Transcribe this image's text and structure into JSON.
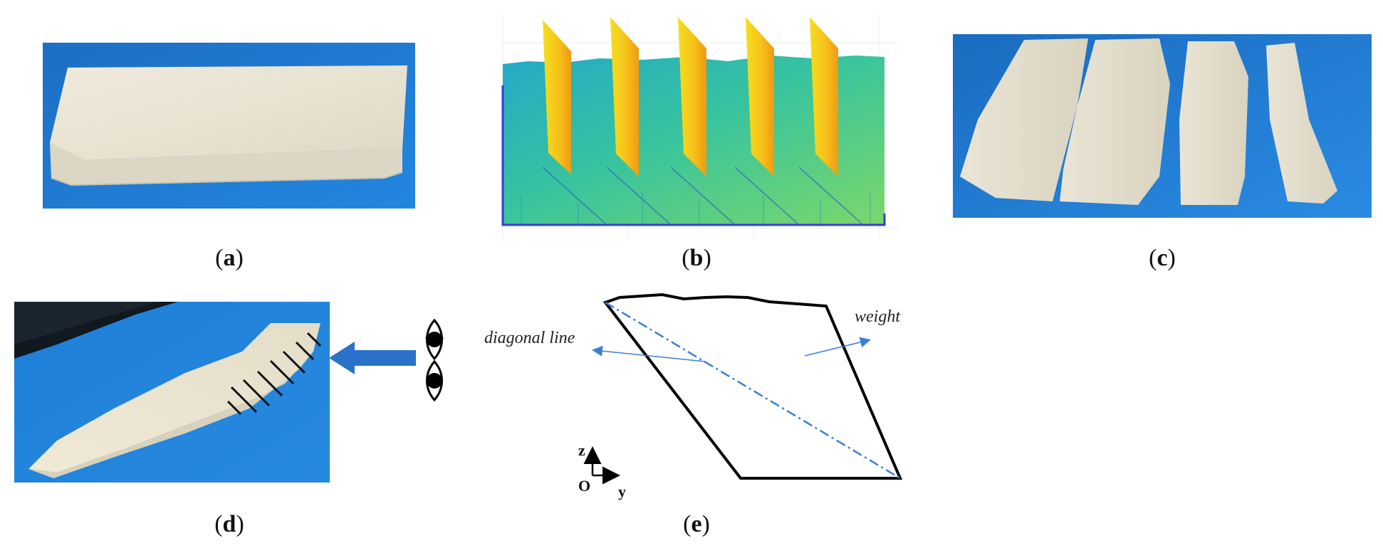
{
  "figure": {
    "panels": [
      {
        "id": "a",
        "label": "a",
        "content": "photo"
      },
      {
        "id": "b",
        "label": "b",
        "content": "3d-scan"
      },
      {
        "id": "c",
        "label": "c",
        "content": "photo"
      },
      {
        "id": "d",
        "label": "d",
        "content": "photo"
      },
      {
        "id": "e",
        "label": "e",
        "content": "diagram"
      }
    ],
    "diagram_e": {
      "diagonal_label": "diagonal line",
      "weight_label": "weight",
      "axis_z": "z",
      "axis_o": "O",
      "axis_y": "y"
    },
    "colors": {
      "mat_blue": "#1f7fd6",
      "fish_white": "#ece8d9",
      "arrow_blue": "#2a72c9",
      "diagonal_blue": "#3b7fd4",
      "scan_green": "#3fc6a0",
      "scan_yellow": "#f2d21a"
    }
  }
}
